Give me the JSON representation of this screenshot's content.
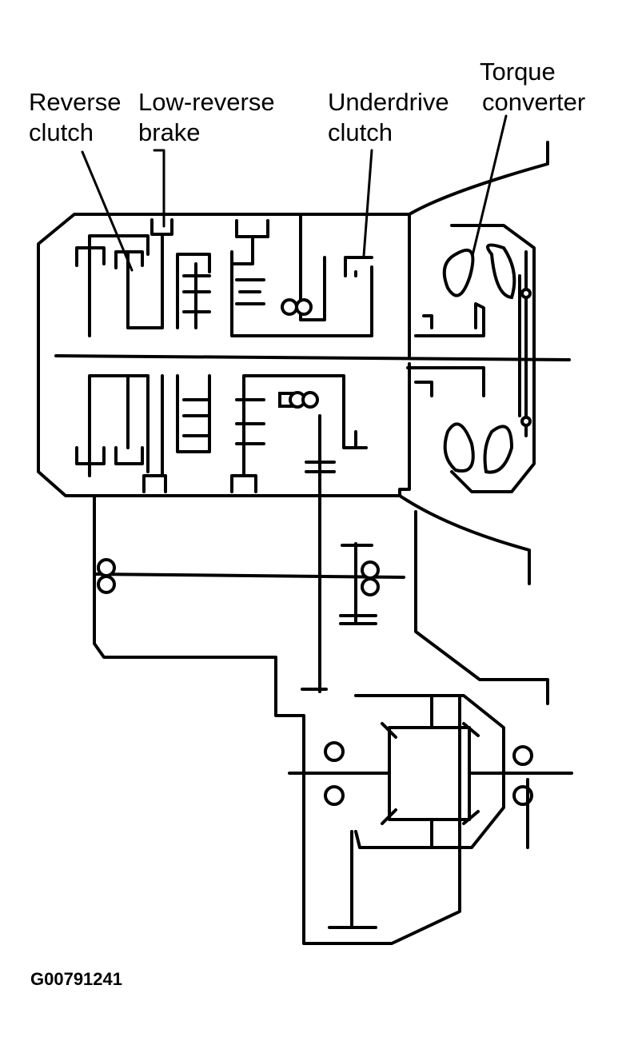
{
  "labels": {
    "reverse_clutch": [
      "Reverse",
      "clutch"
    ],
    "low_reverse_brake": [
      "Low-reverse",
      "brake"
    ],
    "underdrive_clutch": [
      "Underdrive",
      "clutch"
    ],
    "torque_converter": [
      "Torque",
      "converter"
    ]
  },
  "figure_code": "G00791241"
}
